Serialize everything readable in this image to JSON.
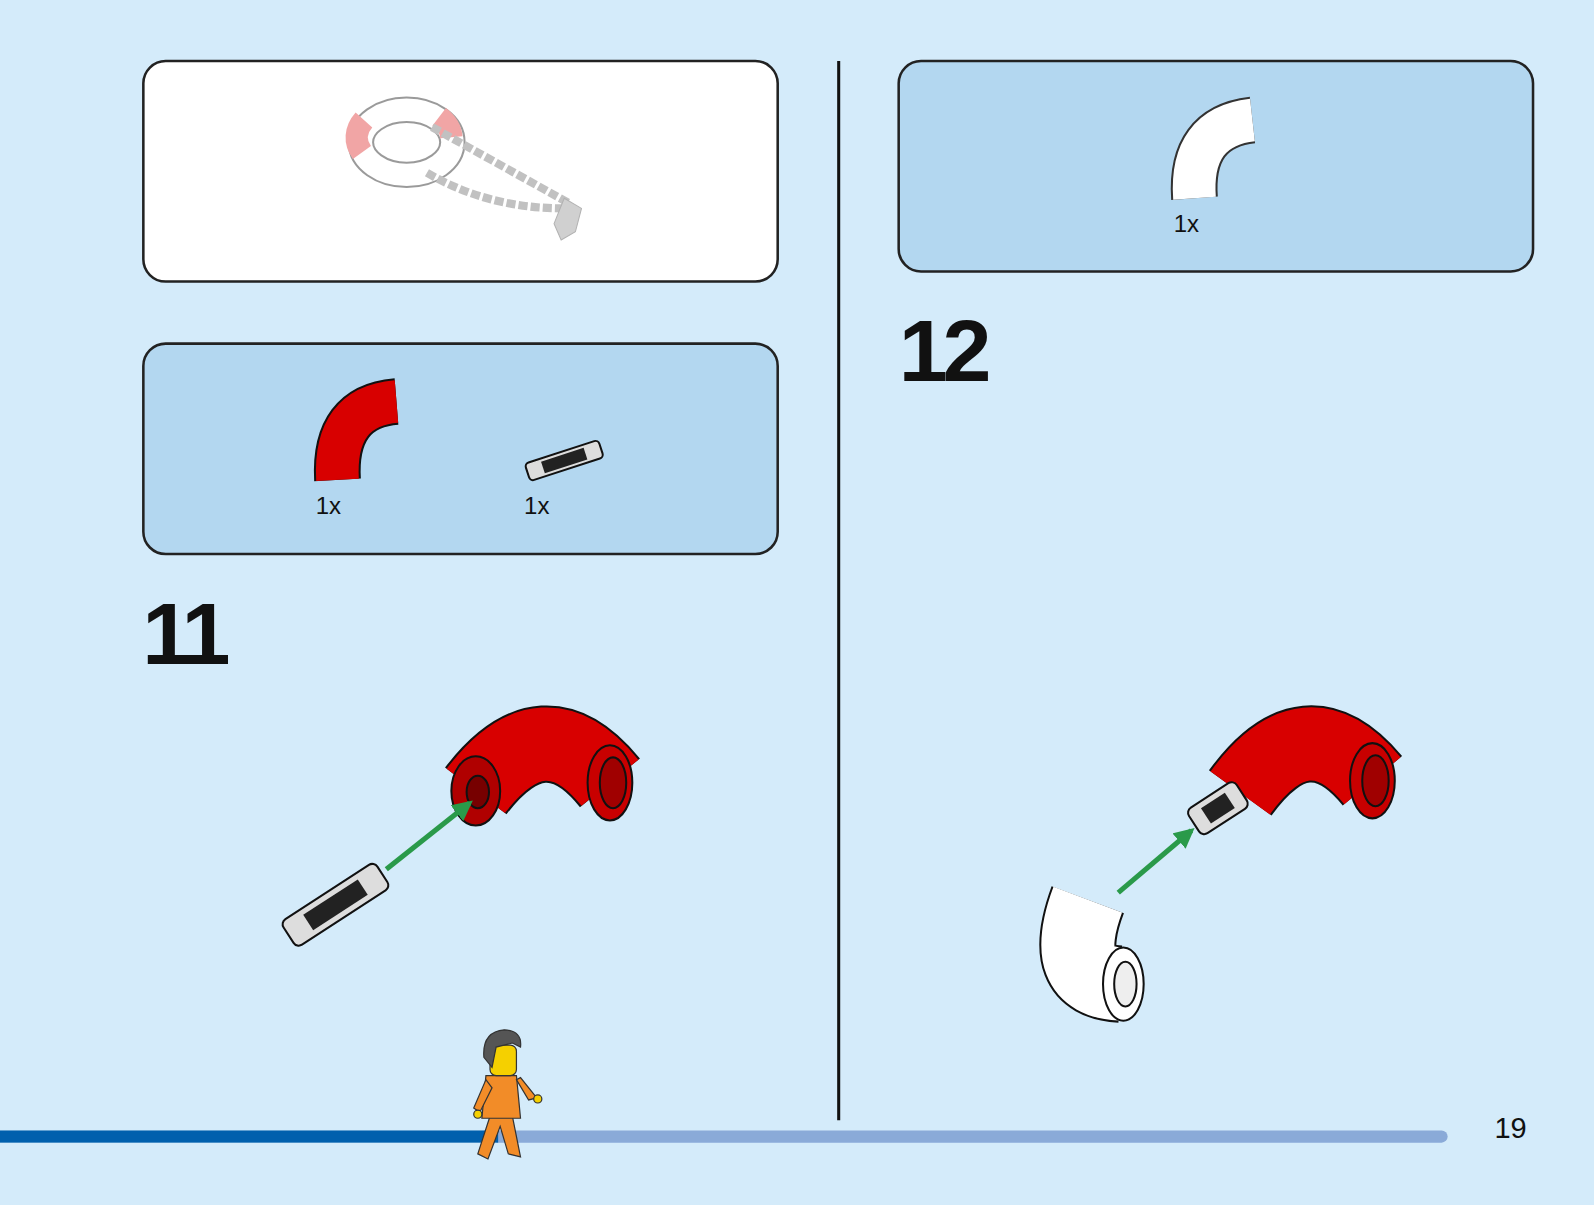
{
  "diagram": {
    "nodes": [
      {
        "text": [
          "1x",
          "1x"
        ]
      },
      {
        "text": [
          "1x"
        ]
      }
    ],
    "labels": [
      "11",
      "12",
      "19"
    ]
  }
}
